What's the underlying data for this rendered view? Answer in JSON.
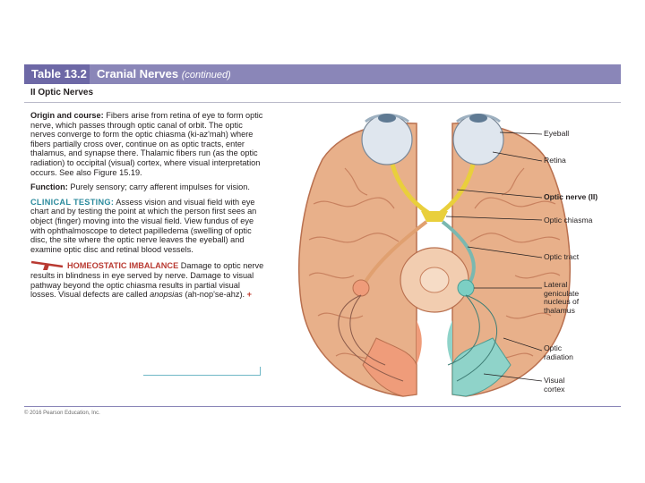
{
  "header": {
    "table_number": "Table 13.2",
    "title": "Cranial Nerves",
    "title_suffix": "(continued)"
  },
  "subheading": "II Optic Nerves",
  "origin": {
    "label": "Origin and course:",
    "text": " Fibers arise from retina of eye to form optic nerve, which passes through optic canal of orbit. The optic nerves converge to form the optic chiasma (ki-az'mah) where fibers partially cross over, continue on as optic tracts, enter thalamus, and synapse there. Thalamic fibers run (as the optic radiation) to occipital (visual) cortex, where visual interpretation occurs. See also Figure 15.19."
  },
  "function": {
    "label": "Function:",
    "text": " Purely sensory; carry afferent impulses for vision."
  },
  "clinical": {
    "label": "CLINICAL TESTING:",
    "text": " Assess vision and visual field with eye chart and by testing the point at which the person first sees an object (finger) moving into the visual field. View fundus of eye with ophthalmoscope to detect papilledema (swelling of optic disc, the site where the optic nerve leaves the eyeball) and examine optic disc and retinal blood vessels."
  },
  "homeostatic": {
    "label": "HOMEOSTATIC IMBALANCE",
    "text": " Damage to optic nerve results in blindness in eye served by nerve. Damage to visual pathway beyond the optic chiasma results in partial visual losses. Visual defects are called ",
    "term": "anopsias",
    "term_suffix": " (ah-nop'se-ahz).",
    "marker": "+"
  },
  "figure_labels": {
    "eyeball": "Eyeball",
    "retina": "Retina",
    "optic_nerve": "Optic nerve (II)",
    "optic_chiasma": "Optic chiasma",
    "optic_tract": "Optic tract",
    "lgn_line1": "Lateral",
    "lgn_line2": "geniculate",
    "lgn_line3": "nucleus of",
    "lgn_line4": "thalamus",
    "radiation_line1": "Optic",
    "radiation_line2": "radiation",
    "cortex_line1": "Visual",
    "cortex_line2": "cortex"
  },
  "copyright": "© 2016 Pearson Education, Inc.",
  "colors": {
    "header": "#8a86b8",
    "header_tab": "#6d68a6",
    "clinical": "#2b8a9c",
    "homeostatic": "#b93a32",
    "brain": "#e8b08a",
    "nerve": "#e9cf3c",
    "nucleus": "#7ccfc4",
    "cortex_teal": "#8fd3c9",
    "cortex_salmon": "#ef9c7a"
  }
}
